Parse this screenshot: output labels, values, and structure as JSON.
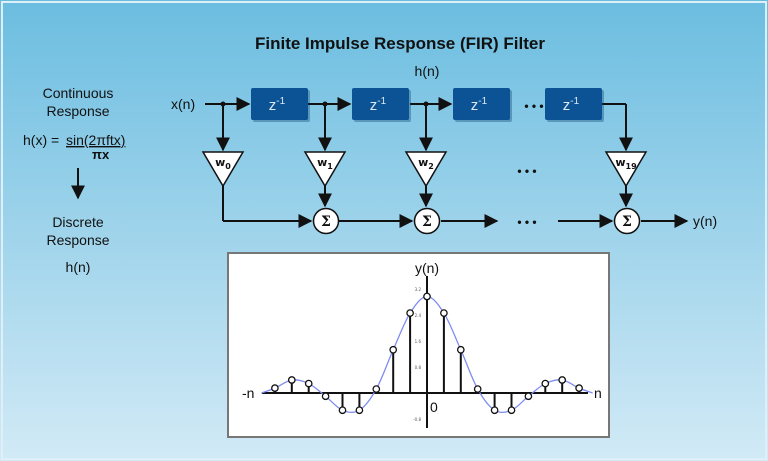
{
  "title": "Finite Impulse Response (FIR) Filter",
  "left": {
    "continuous_line1": "Continuous",
    "continuous_line2": "Response",
    "formula_lhs": "h(x) = ",
    "formula_num": "sin(2πftx)",
    "formula_den": "πx",
    "discrete_line1": "Discrete",
    "discrete_line2": "Response",
    "discrete_h": "h(n)"
  },
  "diagram": {
    "input": "x(n)",
    "output": "y(n)",
    "hn_label": "h(n)",
    "delay_label": "z",
    "delay_exp": "-1",
    "weights": [
      {
        "w": "w",
        "sub": "0"
      },
      {
        "w": "w",
        "sub": "1"
      },
      {
        "w": "w",
        "sub": "2"
      },
      {
        "w": "w",
        "sub": "19"
      }
    ],
    "sum_symbol": "Σ",
    "ellipsis": "• • •"
  },
  "colors": {
    "delay_block": "#0b5394",
    "curve": "#7f8cf0",
    "bg_top": "#6bbde0",
    "bg_bottom": "#cfe8f5"
  },
  "chart_data": {
    "type": "stem",
    "ylabel": "y(n)",
    "xlabel_pos": "n",
    "xlabel_neg": "-n",
    "origin": "0",
    "yticks": [
      "3.2",
      "2.4",
      "1.6",
      "0.8",
      "-0.8"
    ],
    "ylim": [
      -1.2,
      3.4
    ],
    "values": [
      0.15,
      0.4,
      0.29,
      -0.1,
      -0.53,
      -0.53,
      0.12,
      1.33,
      2.46,
      2.97,
      2.46,
      1.33,
      0.12,
      -0.53,
      -0.53,
      -0.1,
      0.29,
      0.4,
      0.15
    ]
  }
}
